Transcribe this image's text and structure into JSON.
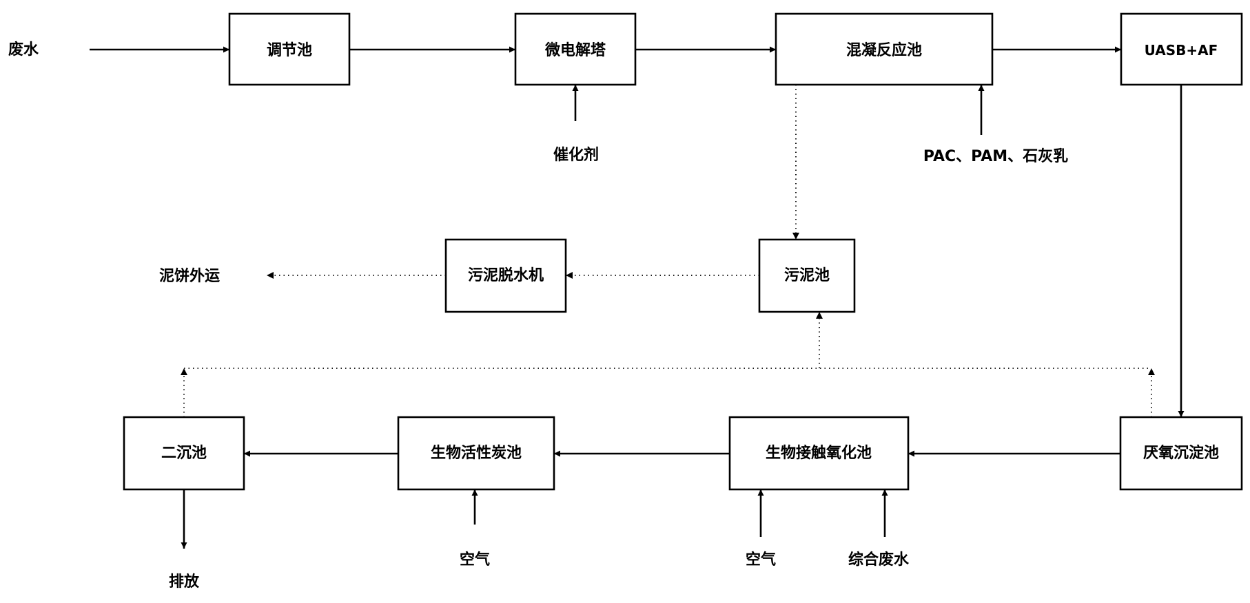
{
  "units": {
    "tiaojie": "调节池",
    "weidianjie": "微电解塔",
    "hunning": "混凝反应池",
    "uasb": "UASB+AF",
    "yanyang_chendian": "厌氧沉淀池",
    "jiechu_yanghua": "生物接触氧化池",
    "huoxingtan": "生物活性炭池",
    "erchen": "二沉池",
    "wuni_chi": "污泥池",
    "wuni_tuoshui": "污泥脱水机"
  },
  "streams": {
    "feed_wastewater": "废水",
    "catalyst": "催化剂",
    "coagulants": "PAC、PAM、石灰乳",
    "sludge_cake": "泥饼外运",
    "air_1": "空气",
    "air_2": "空气",
    "combined_wastewater": "综合废水",
    "discharge": "排放"
  }
}
